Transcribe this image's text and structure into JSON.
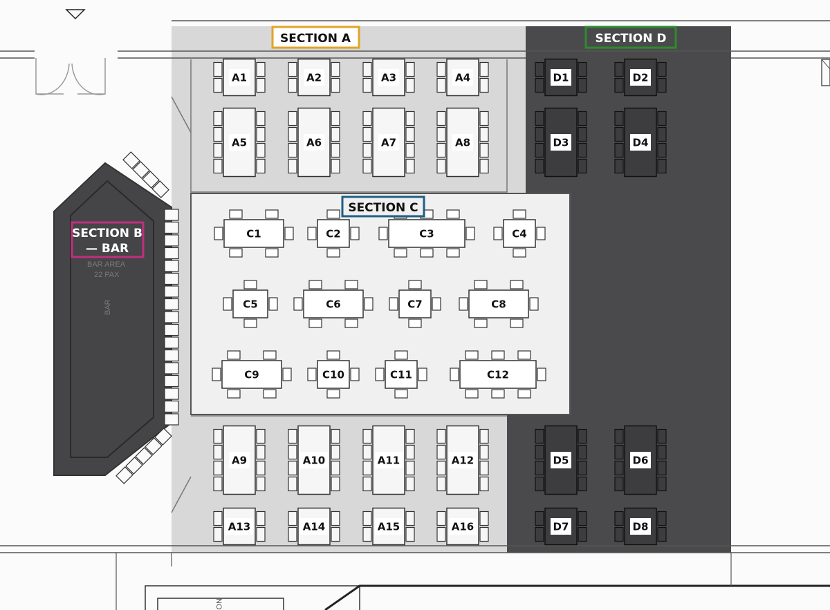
{
  "sections": {
    "a": {
      "label": "SECTION A",
      "color": "#e0a526",
      "fill": "#d8d8d8"
    },
    "b": {
      "label_line1": "SECTION B",
      "label_line2": "— BAR",
      "color": "#c0307e",
      "fill": "#454547"
    },
    "c": {
      "label": "SECTION C",
      "color": "#1f5e86",
      "fill": "#f0f0f0"
    },
    "d": {
      "label": "SECTION D",
      "color": "#2e8b2e",
      "fill": "#4a4a4c"
    }
  },
  "bar": {
    "area_label": "BAR AREA",
    "pax_label": "22 PAX",
    "counter_label": "BAR"
  },
  "tables": {
    "section_a": [
      "A1",
      "A2",
      "A3",
      "A4",
      "A5",
      "A6",
      "A7",
      "A8",
      "A9",
      "A10",
      "A11",
      "A12",
      "A13",
      "A14",
      "A15",
      "A16"
    ],
    "section_c": [
      "C1",
      "C2",
      "C3",
      "C4",
      "C5",
      "C6",
      "C7",
      "C8",
      "C9",
      "C10",
      "C11",
      "C12"
    ],
    "section_d": [
      "D1",
      "D2",
      "D3",
      "D4",
      "D5",
      "D6",
      "D7",
      "D8"
    ]
  },
  "misc": {
    "partial_label": "NO"
  }
}
